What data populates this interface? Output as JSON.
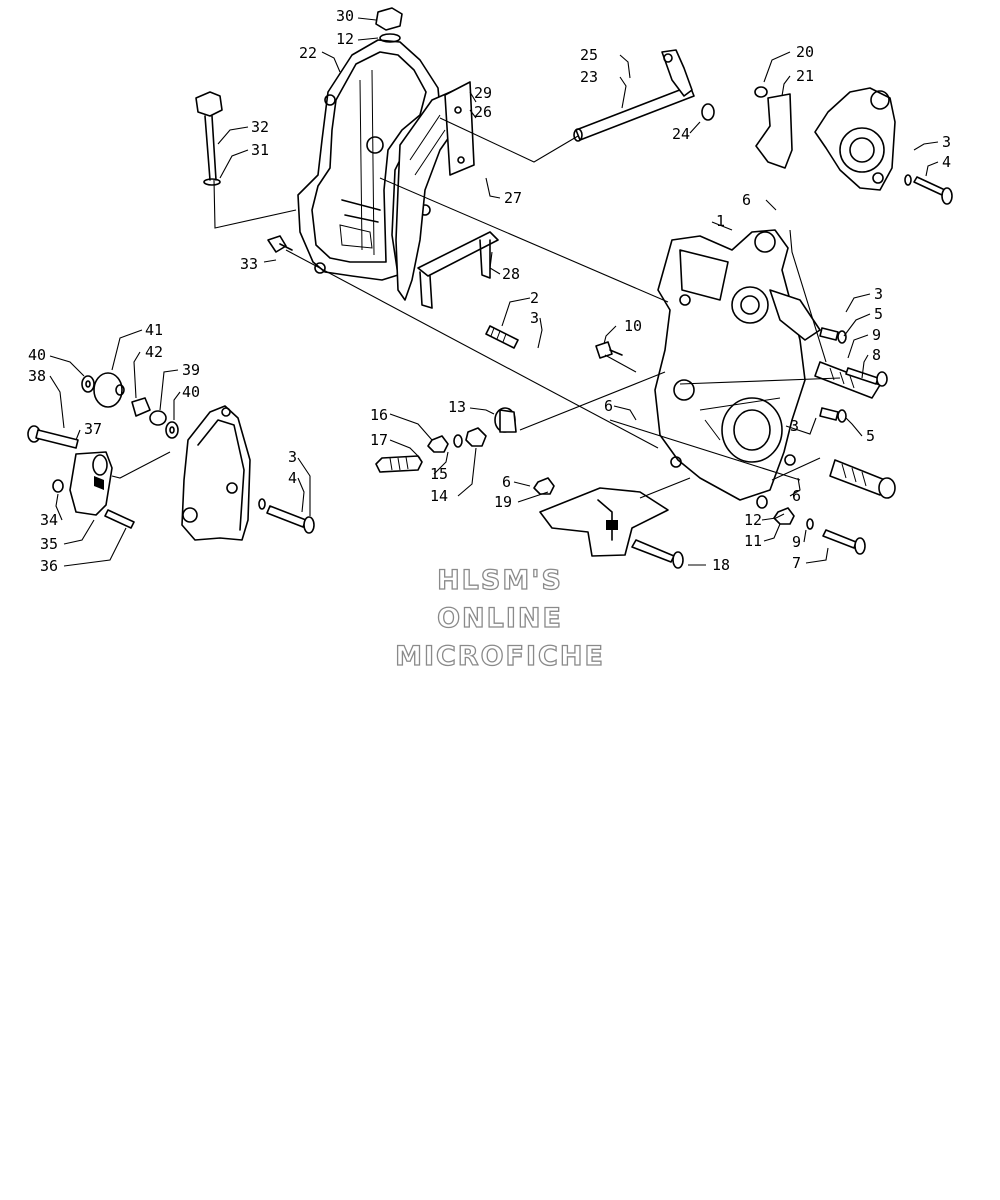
{
  "watermark": {
    "line1": "HLSM'S",
    "line2": "ONLINE",
    "line3": "MICROFICHE"
  },
  "callouts": {
    "c30": "30",
    "c12a": "12",
    "c22": "22",
    "c25": "25",
    "c23": "23",
    "c24": "24",
    "c20": "20",
    "c21": "21",
    "c3a": "3",
    "c4a": "4",
    "c32": "32",
    "c31": "31",
    "c29": "29",
    "c26": "26",
    "c27": "27",
    "c6a": "6",
    "c1": "1",
    "c33": "33",
    "c28": "28",
    "c2": "2",
    "c3b": "3",
    "c3c": "3",
    "c5a": "5",
    "c9a": "9",
    "c8": "8",
    "c41": "41",
    "c40a": "40",
    "c42": "42",
    "c38": "38",
    "c39": "39",
    "c40b": "40",
    "c37": "37",
    "c10": "10",
    "c13": "13",
    "c16": "16",
    "c17": "17",
    "c15": "15",
    "c14": "14",
    "c6b": "6",
    "c3d": "3",
    "c5b": "5",
    "c3e": "3",
    "c4b": "4",
    "c34": "34",
    "c35": "35",
    "c36": "36",
    "c6c": "6",
    "c19": "19",
    "c6d": "6",
    "c12b": "12",
    "c11": "11",
    "c9b": "9",
    "c7": "7",
    "c18": "18"
  }
}
